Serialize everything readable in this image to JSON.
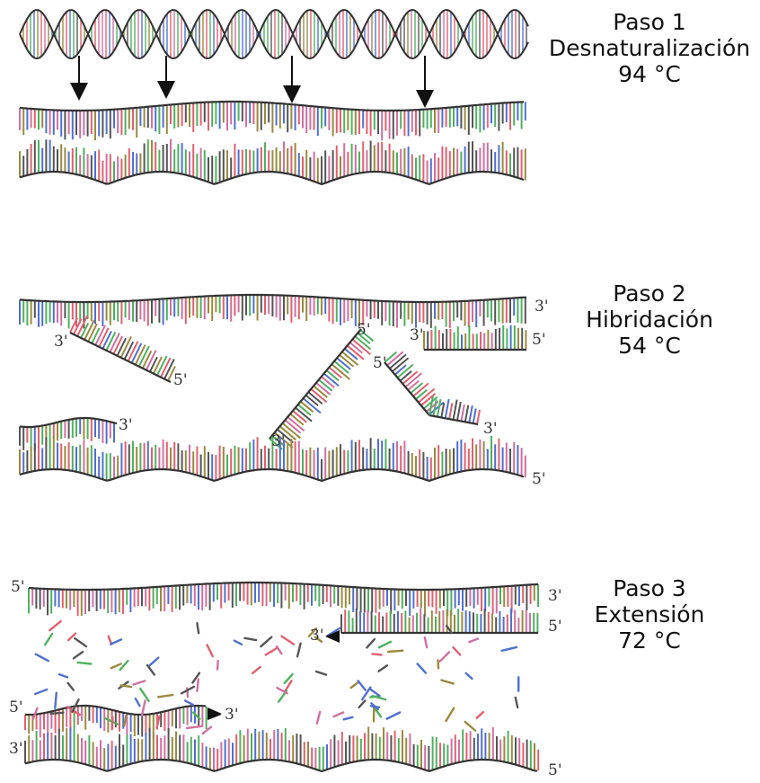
{
  "steps": [
    {
      "title": "Paso 1",
      "name": "Desnaturalización",
      "temperature": "94 °C"
    },
    {
      "title": "Paso 2",
      "name": "Hibridación",
      "temperature": "54 °C"
    },
    {
      "title": "Paso 3",
      "name": "Extensión",
      "temperature": "72 °C"
    }
  ],
  "end_labels": {
    "three_prime": "3'",
    "five_prime": "5'"
  },
  "colors": {
    "backbone": "#333333",
    "bases": [
      "#e06070",
      "#50b060",
      "#5070d0",
      "#9a8a40",
      "#555555",
      "#d070a0"
    ]
  }
}
